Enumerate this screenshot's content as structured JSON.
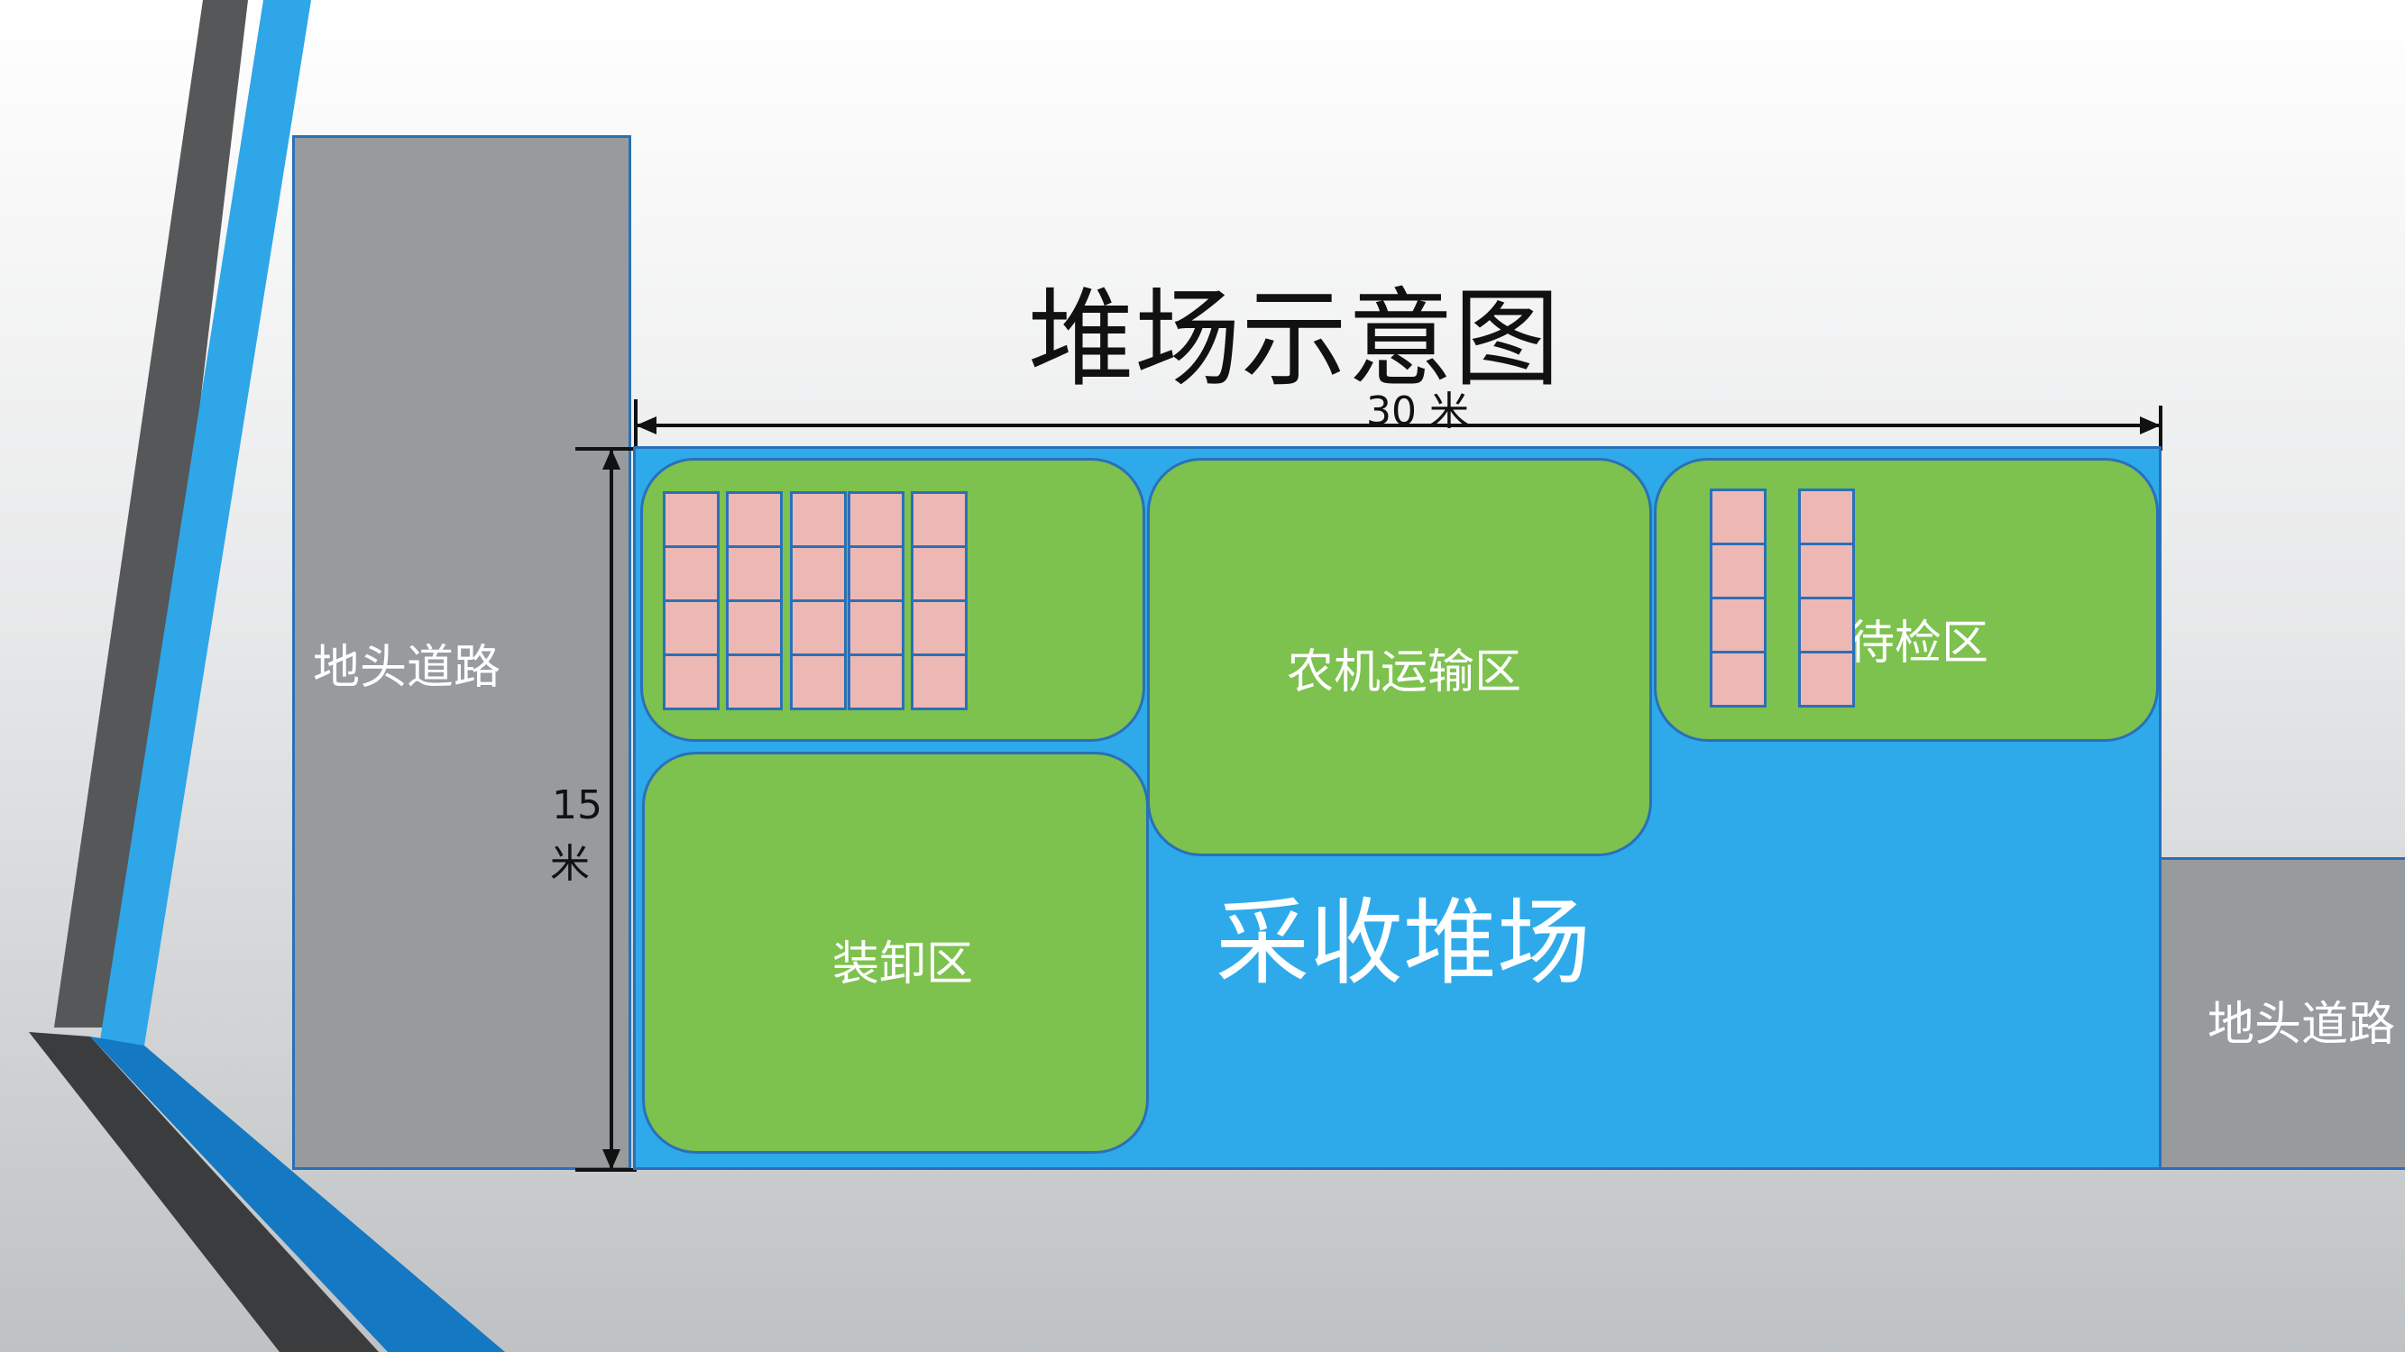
{
  "title": "堆场示意图",
  "width_label": "30 米",
  "height_label_num": "15",
  "height_label_unit": "米",
  "yard_label": "采收堆场",
  "road_left_label": "地头道路",
  "road_right_label": "地头道路",
  "zones": {
    "top_left_label": "",
    "transport_label": "农机运输区",
    "inspection_label": "待检区",
    "loading_label": "装卸区"
  },
  "colors": {
    "yard": "#2eaaea",
    "zone": "#7dc14e",
    "road": "#979b9e",
    "cell": "#edb8b4",
    "outline": "#2a70b8"
  }
}
